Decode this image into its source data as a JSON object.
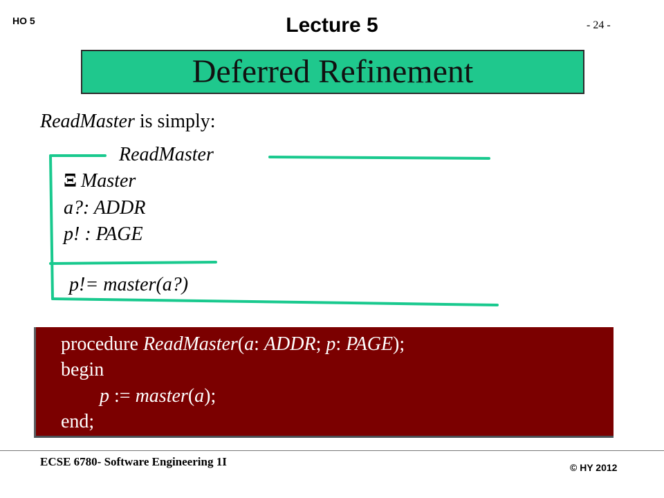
{
  "header": {
    "ho": "HO  5",
    "lecture": "Lecture  5",
    "page": "- 24 -"
  },
  "title": "Deferred Refinement",
  "intro": {
    "name": "ReadMaster",
    "rest": " is simply:"
  },
  "schema": {
    "name": "ReadMaster",
    "xi_symbol": "Ξ",
    "decl_1": "Master",
    "decl_2": "a?: ADDR",
    "decl_3": "p! : PAGE",
    "predicate": "p!= master(a?)",
    "line_color": "#19c98e"
  },
  "procedure": {
    "kw_procedure": "procedure ",
    "name": "ReadMaster",
    "params": "(a: ADDR; p: PAGE);",
    "kw_begin": "begin",
    "body": "p := master(a);",
    "kw_end": "end;",
    "background": "#7b0000"
  },
  "footer": {
    "course": "ECSE 6780- Software Engineering 1I",
    "copyright": "© HY  2012"
  }
}
